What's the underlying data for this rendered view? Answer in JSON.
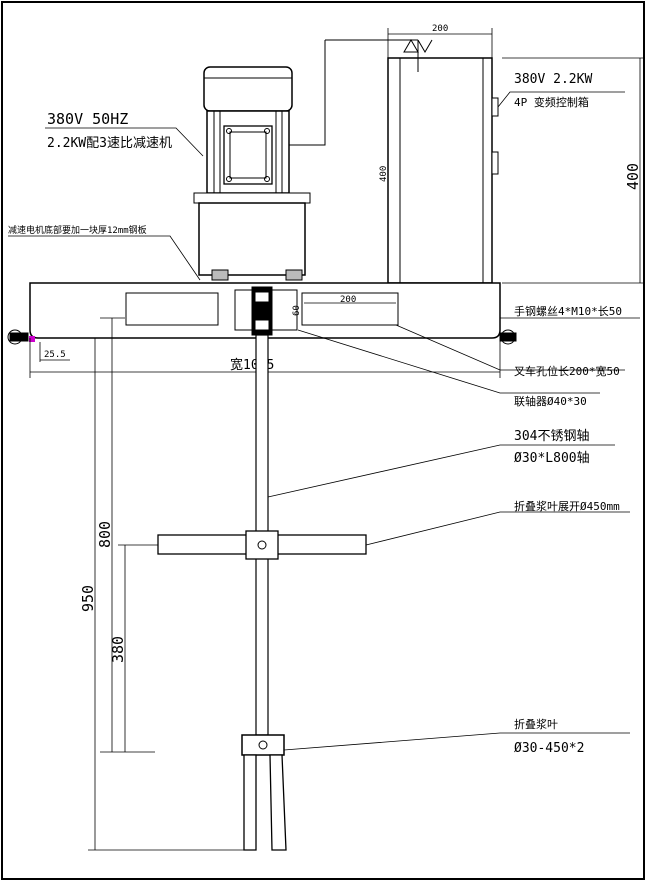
{
  "motor": {
    "voltage_freq": "380V 50HZ",
    "power_ratio": "2.2KW配3速比减速机"
  },
  "control_box": {
    "width_dim": "200",
    "spec_power": "380V 2.2KW",
    "spec_type": "4P 变频控制箱",
    "inner_height_dim": "400",
    "outer_height_dim": "400"
  },
  "base_plate": {
    "note": "减速电机底部要加一块厚12mm钢板",
    "slot_width_dim": "200",
    "coupling_height_dim": "60",
    "edge_offset_dim": "25.5",
    "overall_width": "宽1005"
  },
  "callouts": {
    "clamp_bolt": "手钢螺丝4*M10*长50",
    "fork_slot": "叉车孔位长200*宽50",
    "coupling": "联轴器Ø40*30",
    "shaft_material": "304不锈钢轴",
    "shaft_size": "Ø30*L800轴",
    "upper_impeller": "折叠浆叶展开Ø450mm",
    "lower_impeller_title": "折叠浆叶",
    "lower_impeller_size": "Ø30-450*2"
  },
  "dimensions": {
    "shaft_length": "800",
    "total_depth": "950",
    "impeller_spacing": "380"
  },
  "colors": {
    "line": "#000000",
    "background": "#ffffff",
    "accent_mark": "#cc00cc"
  }
}
